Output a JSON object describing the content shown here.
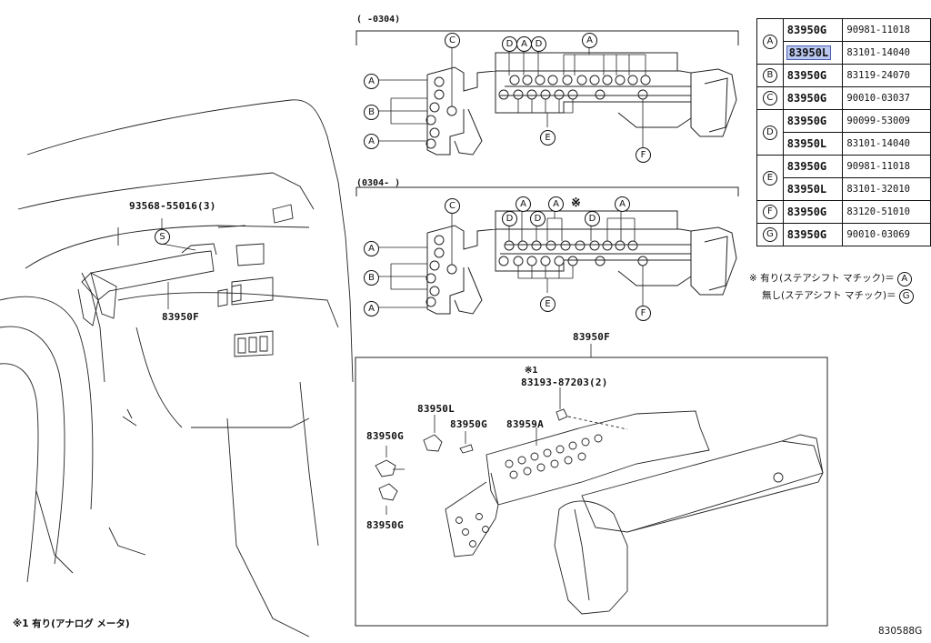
{
  "header": {
    "range_top": "(     -0304)",
    "range_bottom": "(0304-     )"
  },
  "callouts": {
    "bolt_ref": "93568-55016(3)",
    "bolt_letter": "S",
    "cluster_left": "83950F",
    "cluster_box_title": "83950F",
    "note_mark": "※1",
    "screw_ref": "83193-87203(2)",
    "part_g1": "83950G",
    "part_l": "83950L",
    "part_g2": "83950G",
    "part_a": "83959A",
    "part_g3": "83950G"
  },
  "table": {
    "rows": [
      {
        "group": "A",
        "code": "83950G",
        "pn": "90981-11018",
        "highlight": false
      },
      {
        "group": "",
        "code": "83950L",
        "pn": "83101-14040",
        "highlight": true
      },
      {
        "group": "B",
        "code": "83950G",
        "pn": "83119-24070",
        "highlight": false
      },
      {
        "group": "C",
        "code": "83950G",
        "pn": "90010-03037",
        "highlight": false
      },
      {
        "group": "D",
        "code": "83950G",
        "pn": "90099-53009",
        "highlight": false
      },
      {
        "group": "",
        "code": "83950L",
        "pn": "83101-14040",
        "highlight": false
      },
      {
        "group": "E",
        "code": "83950G",
        "pn": "90981-11018",
        "highlight": false
      },
      {
        "group": "",
        "code": "83950L",
        "pn": "83101-32010",
        "highlight": false
      },
      {
        "group": "F",
        "code": "83950G",
        "pn": "83120-51010",
        "highlight": false
      },
      {
        "group": "G",
        "code": "83950G",
        "pn": "90010-03069",
        "highlight": false
      }
    ]
  },
  "notes": {
    "line1": "※ 有り(ステアシフト マチック)＝",
    "line1_letter": "A",
    "line2": "無し(ステアシフト マチック)＝",
    "line2_letter": "G",
    "footnote": "※1 有り(アナログ メータ)",
    "diagram_id": "830588G",
    "mark": "※"
  },
  "labels": {
    "a": "A",
    "b": "B",
    "c": "C",
    "d": "D",
    "e": "E",
    "f": "F"
  }
}
